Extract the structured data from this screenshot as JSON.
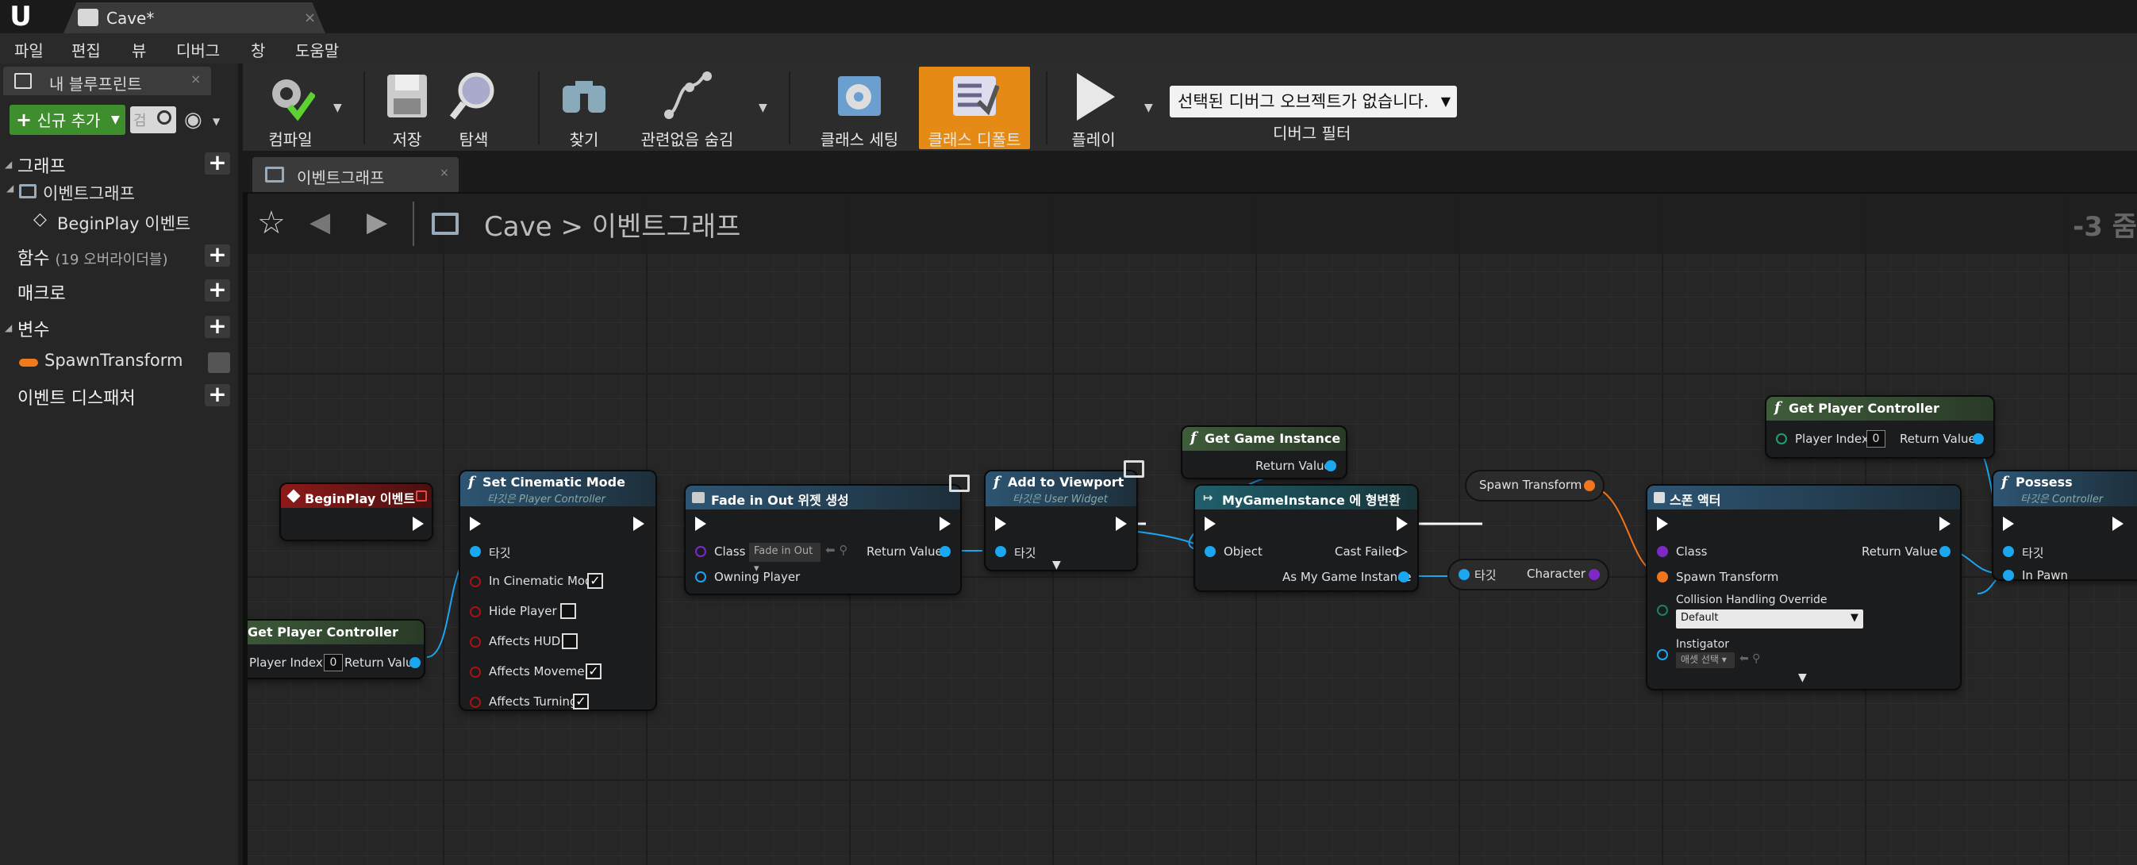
{
  "window": {
    "tab_title": "Cave*"
  },
  "menu": {
    "file": "파일",
    "edit": "편집",
    "view": "뷰",
    "debug": "디버그",
    "window": "창",
    "help": "도움말"
  },
  "left_panel": {
    "tab_title": "내 블루프린트",
    "add_new": "신규 추가",
    "search_placeholder": "검",
    "graphs": {
      "header": "그래프",
      "event_graph": "이벤트그래프",
      "begin_play": "BeginPlay 이벤트"
    },
    "functions": {
      "header": "함수",
      "override": "(19 오버라이더블)"
    },
    "macros": {
      "header": "매크로"
    },
    "variables": {
      "header": "변수",
      "items": [
        "SpawnTransform"
      ]
    },
    "dispatchers": {
      "header": "이벤트 디스패처"
    }
  },
  "toolbar": {
    "compile": "컴파일",
    "save": "저장",
    "browse": "탐색",
    "find": "찾기",
    "hide_unrelated": "관련없음 숨김",
    "class_settings": "클래스 세팅",
    "class_defaults": "클래스 디폴트",
    "play": "플레이",
    "debug_object": "선택된 디버그 오브젝트가 없습니다.",
    "debug_filter": "디버그 필터"
  },
  "graph": {
    "tab": "이벤트그래프",
    "breadcrumb_root": "Cave",
    "breadcrumb_sep": ">",
    "breadcrumb_graph": "이벤트그래프",
    "zoom": "-3 줌",
    "nodes": {
      "begin_play": {
        "title": "BeginPlay 이벤트"
      },
      "get_pc_1": {
        "title": "Get Player Controller",
        "player_index_label": "Player Index",
        "player_index": "0",
        "return": "Return Value"
      },
      "set_cine": {
        "title": "Set Cinematic Mode",
        "subtitle": "타깃은 Player Controller",
        "target": "타깃",
        "pins": [
          "In Cinematic Mode",
          "Hide Player",
          "Affects HUD",
          "Affects Movement",
          "Affects Turning"
        ],
        "checked": [
          true,
          false,
          false,
          true,
          true
        ]
      },
      "create_widget": {
        "title": "Fade in Out 위젯 생성",
        "class": "Class",
        "class_value": "Fade in Out",
        "owning": "Owning Player",
        "return": "Return Value"
      },
      "add_viewport": {
        "title": "Add to Viewport",
        "subtitle": "타깃은 User Widget",
        "target": "타깃"
      },
      "get_gi": {
        "title": "Get Game Instance",
        "return": "Return Value"
      },
      "cast": {
        "title": "MyGameInstance 에 형변환",
        "object": "Object",
        "cast_failed": "Cast Failed",
        "as_gi": "As My Game Instance"
      },
      "character_get": {
        "target": "타깃",
        "out": "Character"
      },
      "spawn_transform": {
        "label": "Spawn Transform"
      },
      "spawn_actor": {
        "title": "스폰 액터",
        "class": "Class",
        "spawn_transform": "Spawn Transform",
        "collision": "Collision Handling Override",
        "collision_value": "Default",
        "instigator": "Instigator",
        "instigator_value": "애셋 선택",
        "return": "Return Value"
      },
      "get_pc_2": {
        "title": "Get Player Controller",
        "player_index_label": "Player Index",
        "player_index": "0",
        "return": "Return Value"
      },
      "possess": {
        "title": "Possess",
        "subtitle": "타깃은 Controller",
        "target": "타깃",
        "in_pawn": "In Pawn"
      }
    }
  },
  "colors": {
    "accent_orange": "#e58a14",
    "exec_white": "#ffffff",
    "object_blue": "#1aa7f0",
    "struct_orange": "#f0751d",
    "class_purple": "#7e29c7",
    "event_red": "#8c1a1a",
    "function_blue": "#2d5573",
    "pure_green": "#3e5c3a",
    "cast_teal": "#1f5f6b"
  }
}
